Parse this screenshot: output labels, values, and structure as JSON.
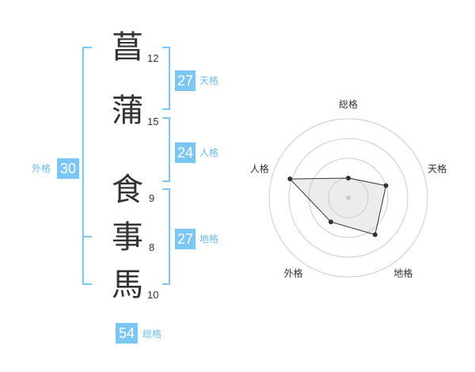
{
  "name": {
    "chars": [
      {
        "char": "菖",
        "strokes": "12"
      },
      {
        "char": "蒲",
        "strokes": "15"
      },
      {
        "char": "食",
        "strokes": "9"
      },
      {
        "char": "事",
        "strokes": "8"
      },
      {
        "char": "馬",
        "strokes": "10"
      }
    ]
  },
  "grids": {
    "tenkaku": {
      "value": "27",
      "label": "天格"
    },
    "jinkaku": {
      "value": "24",
      "label": "人格"
    },
    "chikaku": {
      "value": "27",
      "label": "地格"
    },
    "gaikaku": {
      "value": "30",
      "label": "外格"
    },
    "soukaku": {
      "value": "54",
      "label": "総格"
    }
  },
  "colors": {
    "accent": "#7cc6f3",
    "text": "#333333"
  },
  "chart_data": {
    "type": "radar",
    "axes": [
      "総格",
      "天格",
      "地格",
      "外格",
      "人格"
    ],
    "values": [
      1,
      2,
      2.3,
      1.5,
      3.1
    ],
    "rmax": 4
  }
}
